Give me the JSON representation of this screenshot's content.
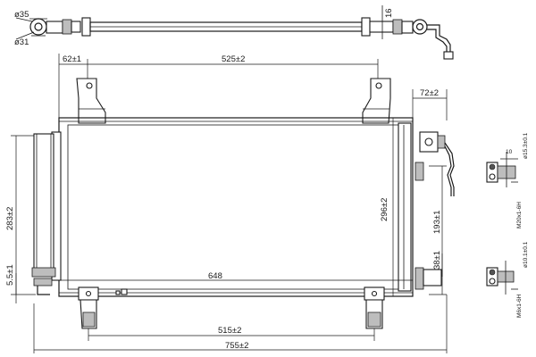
{
  "dimensions": {
    "tube_outer_diameter": "ø35",
    "tube_inner_diameter": "ø31",
    "tube_height": "16",
    "left_offset": "62±1",
    "top_bracket_spacing": "525±2",
    "right_offset": "72±2",
    "core_height": "283±2",
    "bottom_offset": "5.5±1",
    "inner_height": "296±2",
    "outlet_height": "193±1",
    "lower_fitting_height": "38±1",
    "core_width": "648",
    "bottom_bracket_spacing": "515±2",
    "overall_width": "755±2",
    "fitting_diameter_upper": "ø15.3±0.1",
    "fitting_length": "10",
    "thread_upper": "M20x1-6H",
    "fitting_diameter_lower": "ø10.1±0.1",
    "thread_lower": "M6x1-6H"
  }
}
